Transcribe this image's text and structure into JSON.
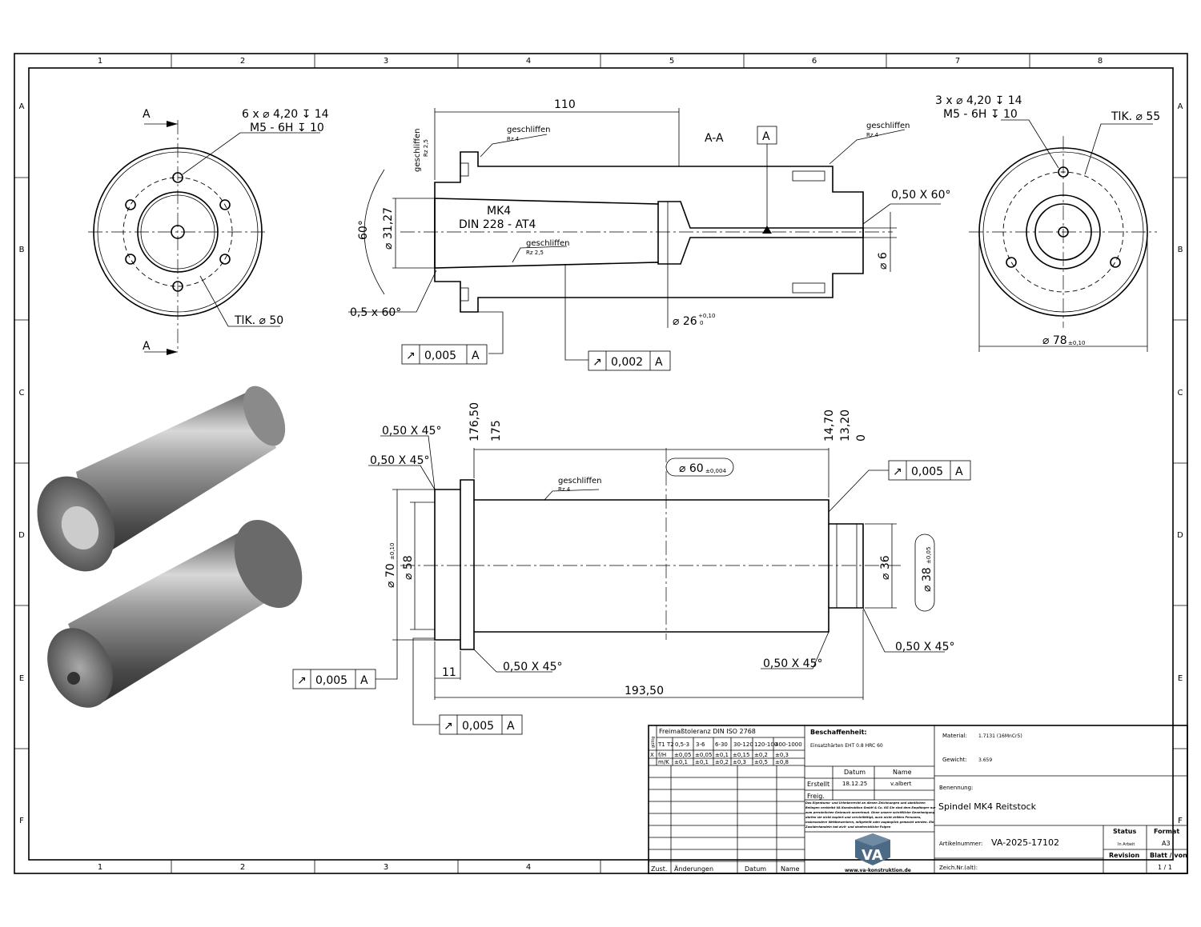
{
  "frame": {
    "columns": [
      "1",
      "2",
      "3",
      "4",
      "5",
      "6",
      "7",
      "8"
    ],
    "rows": [
      "A",
      "B",
      "C",
      "D",
      "E",
      "F"
    ],
    "bottom_columns": [
      "1",
      "2",
      "3",
      "4"
    ]
  },
  "left_view": {
    "section_mark": "A",
    "holes": "6 x ⌀ 4,20 ↧ 14",
    "thread": "M5 - 6H ↧ 10",
    "pcd": "TlK. ⌀ 50"
  },
  "section": {
    "title": "A-A",
    "length": "110",
    "datum": "A",
    "taper": "MK4",
    "taper_std": "DIN 228 - AT4",
    "ground_1": "geschliffen",
    "rz_1": "Rz 4",
    "ground_2": "geschliffen",
    "rz_2": "Rz 2,5",
    "ground_3": "geschliffen",
    "rz_3": "Rz 2,5",
    "ground_4": "geschliffen",
    "rz_4": "Rz 4",
    "angle": "60°",
    "dia_taper": "⌀ 31,27",
    "chamfer_left": "0,5 x 60°",
    "chamfer_right": "0,50 X 60°",
    "dia_bore": "⌀ 6",
    "dia_26": "⌀ 26",
    "tol_26_upper": "+0,10",
    "tol_26_lower": "0",
    "gdt_1": {
      "sym": "↗",
      "val": "0,005",
      "ref": "A"
    },
    "gdt_2": {
      "sym": "↗",
      "val": "0,002",
      "ref": "A"
    }
  },
  "right_view": {
    "holes": "3 x ⌀ 4,20 ↧ 14",
    "thread": "M5 - 6H ↧ 10",
    "pcd": "TlK. ⌀ 55",
    "dia": "⌀ 78",
    "dia_tol": "±0,10"
  },
  "side_view": {
    "chamfer_1": "0,50 X 45°",
    "chamfer_2": "0,50 X 45°",
    "chamfer_3": "0,50 X 45°",
    "chamfer_4": "0,50 X 45°",
    "chamfer_5": "0,50 X 45°",
    "dim_176": "176,50",
    "dim_175": "175",
    "dim_1470": "14,70",
    "dim_1320": "13,20",
    "dim_0": "0",
    "dia_60": "⌀ 60",
    "dia_60_tol": "±0,004",
    "ground": "geschliffen",
    "rz": "Rz 4",
    "dia_70": "⌀ 70",
    "dia_70_tol": "±0,10",
    "dia_58": "⌀ 58",
    "dia_36": "⌀ 36",
    "dia_38": "⌀ 38",
    "dia_38_tol": "±0,05",
    "dim_11": "11",
    "dim_total": "193,50",
    "gdt_1": {
      "sym": "↗",
      "val": "0,005",
      "ref": "A"
    },
    "gdt_2": {
      "sym": "↗",
      "val": "0,005",
      "ref": "A"
    },
    "gdt_3": {
      "sym": "↗",
      "val": "0,005",
      "ref": "A"
    }
  },
  "title_block": {
    "tolerance_title": "Freimaßtoleranz DIN ISO 2768",
    "valid_label": "gültig",
    "t_header": [
      "T1 T2",
      "0,5-3",
      "3-6",
      "6-30",
      "30-120",
      "120-100",
      "400-1000"
    ],
    "fH": [
      "f/H",
      "±0,05",
      "±0,05",
      "±0,1",
      "±0,15",
      "±0,2",
      "±0,3"
    ],
    "mK": [
      "m/K",
      "±0,1",
      "±0,1",
      "±0,2",
      "±0,3",
      "±0,5",
      "±0,8"
    ],
    "check": "X",
    "rev_headers": [
      "Zust.",
      "Änderungen",
      "Datum",
      "Name"
    ],
    "finish_label": "Beschaffenheit:",
    "finish": "Einsatzhärten EHT 0.8 HRC 60",
    "date_label": "Datum",
    "name_label": "Name",
    "created_label": "Erstellt",
    "created_date": "18.12.25",
    "created_name": "v.albert",
    "approved_label": "Freig.",
    "copyright": [
      "Das Eigentums- und Urheberrecht an diesen Zeichnungen und sämtlichen",
      "Beilagen verbleibt VA Konstruktion GmbH & Co. KG Sie sind dem Empfänger nur",
      "zum persönlichen Gebrauch anvertraut. Ohne unsere schriftliche Genehmigung",
      "dürfen sie nicht kopiert und vervielfältigt, auch nicht dritten Personen,",
      "insbesondere Wettbewerbern, mitgeteilt oder zugänglich gemacht werden. Ein",
      "Zuwiderhandeln hat zivil- und strafrechtliche Folgen"
    ],
    "logo_text": "VA",
    "website": "www.va-konstruktion.de",
    "material_label": "Material:",
    "material": "1.7131 (16MnCr5)",
    "weight_label": "Gewicht:",
    "weight": "3.659",
    "name_title_label": "Benennung:",
    "part_name": "Spindel MK4 Reitstock",
    "article_label": "Artikelnummer:",
    "article": "VA-2025-17102",
    "old_label": "Zeich.Nr.(alt):",
    "status_label": "Status",
    "status": "In Arbeit",
    "format_label": "Format",
    "format": "A3",
    "revision_label": "Revision",
    "sheet_label": "Blatt / von",
    "sheet": "1  /  1"
  },
  "colors": {
    "line": "#000000",
    "logo": "#4a6a85"
  }
}
